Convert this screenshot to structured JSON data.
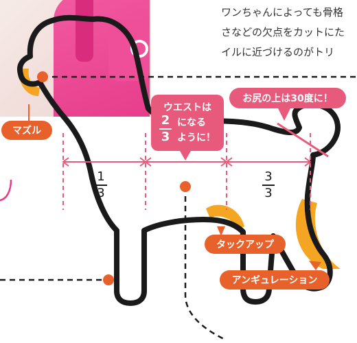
{
  "intro_lines": [
    "ワンちゃんによっても骨格",
    "さなどの欠点をカットにた",
    "イルに近づけるのがトリ"
  ],
  "labels": {
    "muzzle": "マズル",
    "tuck_up": "タックアップ",
    "angulation": "アンギュレーション"
  },
  "callouts": {
    "waist_line1": "ウエストは",
    "waist_frac_num": "2",
    "waist_frac_den": "3",
    "waist_line2_suffix": "になる",
    "waist_line3_suffix": "ように！",
    "rump": "お尻の上は30度に！"
  },
  "fractions": [
    {
      "num": "1",
      "den": "3"
    },
    {
      "num": "3",
      "den": "3"
    }
  ],
  "colors": {
    "outline": "#1a1a1a",
    "pink": "#e85a7c",
    "orange": "#e8602a",
    "yellow": "#f4a623",
    "shirt": "#e63b8a"
  }
}
